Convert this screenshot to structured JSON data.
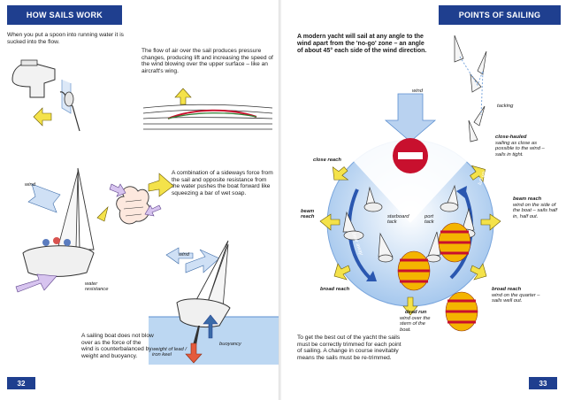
{
  "left_page": {
    "header": "HOW SAILS WORK",
    "spoon_text": "When you put a spoon into running water it is sucked into the flow.",
    "airflow_text": "The flow of air over the sail produces pressure changes, producing lift and increasing the speed of the wind blowing over the upper surface – like an aircraft's wing.",
    "soap_text": "A combination of a sideways force from the sail and opposite resistance from the water pushes the boat forward like squeezing a bar of wet soap.",
    "balance_text": "A sailing boat does not blow over as the force of the wind is counterbalanced by weight and buoyancy.",
    "labels": {
      "wind_1": "wind",
      "water_resistance": "water resistance",
      "wind_2": "wind",
      "buoyancy": "buoyancy",
      "weight": "weight of lead / iron keel"
    },
    "page_number": "32"
  },
  "right_page": {
    "header": "POINTS OF SAILING",
    "intro_text": "A modern yacht will sail at any angle to the wind apart from the 'no-go' zone – an angle of about 45° each side of the wind direction.",
    "outro_text": "To get the best out of the yacht the sails must be correctly trimmed for each point of sailing. A change in course inevitably means the sails must be re-trimmed.",
    "labels": {
      "wind": "wind",
      "tacking": "tacking",
      "close_hauled_title": "close-hauled",
      "close_hauled_desc": "sailing as close as possible to the wind – sails in tight.",
      "close_reach_left": "close reach",
      "beam_reach_left": "beam reach",
      "beam_reach_title": "beam reach",
      "beam_reach_desc": "wind on the side of the boat – sails half in, half out.",
      "broad_reach_left": "broad reach",
      "broad_reach_title": "broad reach",
      "broad_reach_desc": "wind on the quarter – sails well out.",
      "dead_run_title": "dead run",
      "dead_run_desc": "wind over the stern of the boat.",
      "starboard_tack": "starboard tack",
      "port_tack": "port tack",
      "bear_away": "bear away",
      "luff_up": "luff up"
    },
    "colors": {
      "header_blue": "#1f3f8f",
      "nogo_red": "#c8102e",
      "arrow_yellow": "#f4e24a",
      "circle_blue": "#9ec3ec"
    },
    "page_number": "33"
  }
}
